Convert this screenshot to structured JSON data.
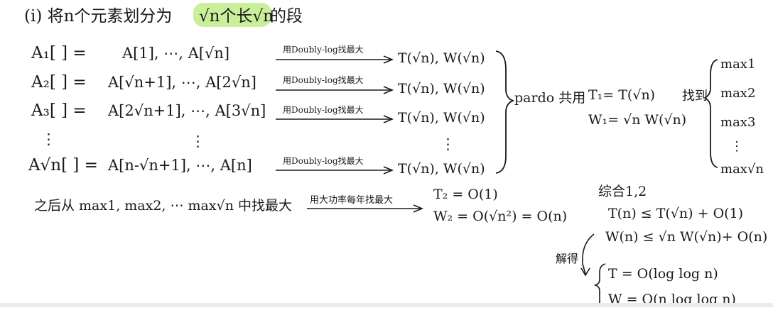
{
  "colors": {
    "ink": "#1a1a1a",
    "highlight": "#c9ef9a"
  },
  "title": {
    "prefix": "(i) 将n个元素划分为",
    "highlight": "√n个长√n",
    "suffix": "的段"
  },
  "rows": [
    {
      "lhs": "A₁[ ] =",
      "range": "A[1], ⋯, A[√n]",
      "arrow_label": "用Doubly-log找最大",
      "result": "T(√n), W(√n)"
    },
    {
      "lhs": "A₂[ ] =",
      "range": "A[√n+1], ⋯, A[2√n]",
      "arrow_label": "用Doubly-log找最大",
      "result": "T(√n), W(√n)"
    },
    {
      "lhs": "A₃[ ] =",
      "range": "A[2√n+1], ⋯, A[3√n]",
      "arrow_label": "用Doubly-log找最大",
      "result": "T(√n), W(√n)"
    },
    {
      "lhs": "A√n[ ] =",
      "range": "A[n-√n+1], ⋯, A[n]",
      "arrow_label": "用Doubly-log找最大",
      "result": "T(√n), W(√n)"
    }
  ],
  "vdots": "⋮",
  "pardo": {
    "label": "pardo 共用",
    "t1": "T₁= T(√n)",
    "w1": "W₁= √n W(√n)",
    "found": "找到"
  },
  "maxes": [
    "max1",
    "max2",
    "max3",
    "⋮",
    "max√n"
  ],
  "then": {
    "text": "之后从 max1, max2, ⋯ max√n 中找最大",
    "arrow_label": "用大功率每年找最大",
    "t2": "T₂ = O(1)",
    "w2": "W₂ = O(√n²) = O(n)"
  },
  "combine": {
    "title": "综合1,2",
    "t_ineq": "T(n) ≤ T(√n)  + O(1)",
    "w_ineq": "W(n) ≤ √n W(√n)+ O(n)",
    "solve_label": "解得",
    "t_sol": "T = O(log log n)",
    "w_sol": "W = O(n log log n)"
  }
}
